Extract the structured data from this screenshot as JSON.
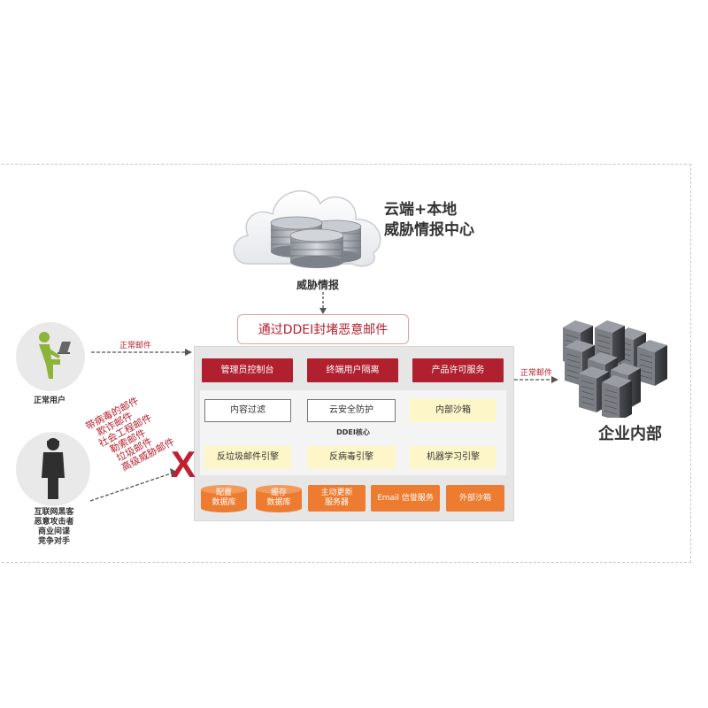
{
  "cloud": {
    "title_line1": "云端+本地",
    "title_line2": "威胁情报中心",
    "caption": "威胁情报"
  },
  "block_box": "通过DDEI封堵恶意邮件",
  "top_buttons": [
    "管理员控制台",
    "终端用户隔离",
    "产品许可服务"
  ],
  "core": {
    "row1": [
      "内容过滤",
      "云安全防护",
      "内部沙箱"
    ],
    "label": "DDEI核心",
    "row2": [
      "反垃圾邮件引擎",
      "反病毒引擎",
      "机器学习引擎"
    ]
  },
  "bottom": {
    "cyl1_line1": "配置",
    "cyl1_line2": "数据库",
    "cyl2_line1": "缓存",
    "cyl2_line2": "数据库",
    "box1_line1": "主动更新",
    "box1_line2": "服务器",
    "box2": "Email 信誉服务",
    "box3": "外部沙箱"
  },
  "normal_user": {
    "label": "正常用户",
    "arrow_label": "正常邮件"
  },
  "attacker": {
    "lines": [
      "互联网黑客",
      "恶意攻击者",
      "商业间谍",
      "竞争对手"
    ],
    "threats": [
      "带病毒的邮件",
      "欺诈邮件",
      "社会工程邮件",
      "勒索邮件",
      "垃圾邮件",
      "高级威胁邮件"
    ],
    "block_mark": "X"
  },
  "enterprise": {
    "arrow_label": "正常邮件",
    "label": "企业内部"
  },
  "colors": {
    "brand_red": "#b0202f",
    "orange": "#ee7c30",
    "yellow": "#fcf6c8",
    "user_green": "#8cb33a"
  }
}
